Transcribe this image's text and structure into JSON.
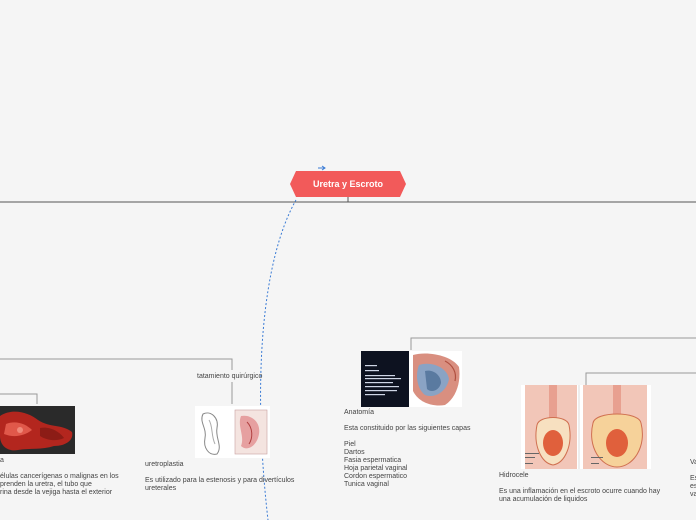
{
  "central": {
    "title": "Uretra y Escroto"
  },
  "nodes": {
    "cancer": {
      "label": "a",
      "text": "élulas cancerígenas o malignas en los\nprenden la uretra, el tubo que\nrina desde la vejiga hasta el exterior"
    },
    "tratamiento": {
      "label": "tatamiento quirúrgico"
    },
    "uretroplastia": {
      "label": "uretroplastia",
      "text": "Es utilizado para la estenosis y para divertículos\nureterales"
    },
    "anatomia": {
      "label": "Anatomía",
      "intro": "Esta constituido por las siguientes capas",
      "layers": [
        "Piel",
        "Dartos",
        "Fasia espermatica",
        "Hoja parietal vaginal",
        "Cordon espermatico",
        "Tunica vaginal"
      ]
    },
    "hidrocele": {
      "label": "Hidrocele",
      "text": "Es una inflamación en el escroto ocurre cuando hay\nuna acumulación de liquidos"
    },
    "varicocele": {
      "label": "Va",
      "text": "Es\nes\nva"
    }
  },
  "colors": {
    "central_fill": "#f25a5a",
    "connector": "#999999",
    "dashed_link": "#3a7bd5",
    "background": "#f5f5f5"
  },
  "icons": {
    "link_arrow": "arrow-icon"
  }
}
